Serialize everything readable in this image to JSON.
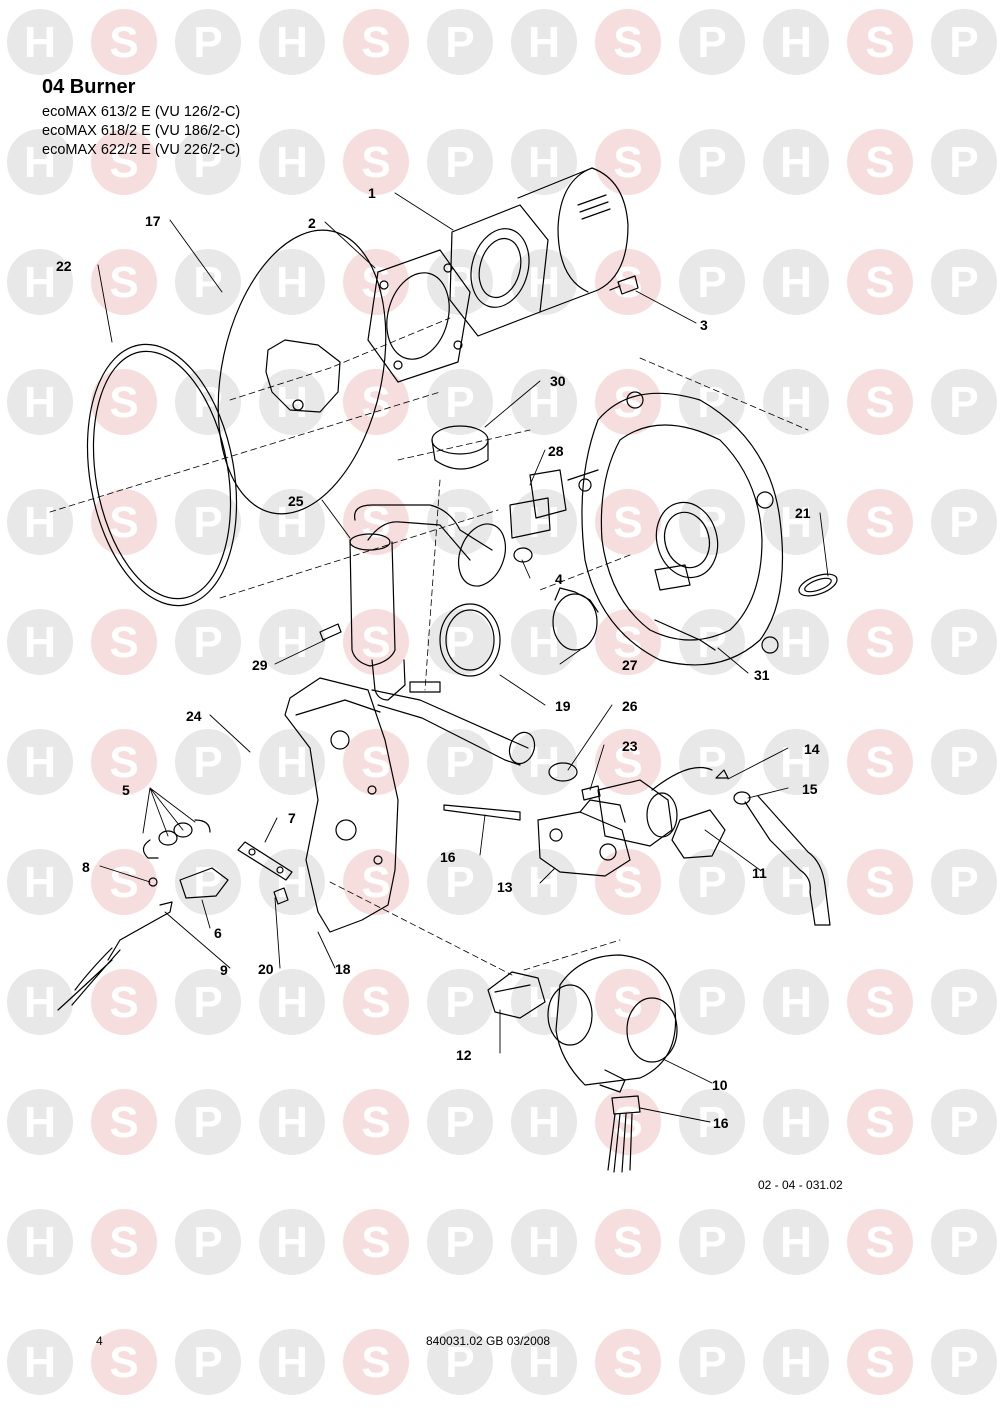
{
  "header": {
    "title": "04 Burner",
    "models": [
      "ecoMAX 613/2 E (VU 126/2-C)",
      "ecoMAX 618/2 E (VU 186/2-C)",
      "ecoMAX 622/2 E (VU 226/2-C)"
    ]
  },
  "watermark": {
    "letters": [
      "H",
      "S",
      "P"
    ],
    "color_h_p": "#e8e8e8",
    "color_s": "#f6dede"
  },
  "callouts": [
    "1",
    "2",
    "3",
    "4",
    "5",
    "6",
    "7",
    "8",
    "9",
    "10",
    "11",
    "12",
    "13",
    "14",
    "15",
    "16",
    "17",
    "18",
    "19",
    "20",
    "21",
    "22",
    "23",
    "24",
    "25",
    "26",
    "27",
    "28",
    "29",
    "30",
    "31",
    "16"
  ],
  "drawing_ref": "02 - 04 - 031.02",
  "footer": {
    "page": "4",
    "doc": "840031.02 GB 03/2008"
  },
  "colors": {
    "line": "#000000",
    "background": "#ffffff"
  }
}
